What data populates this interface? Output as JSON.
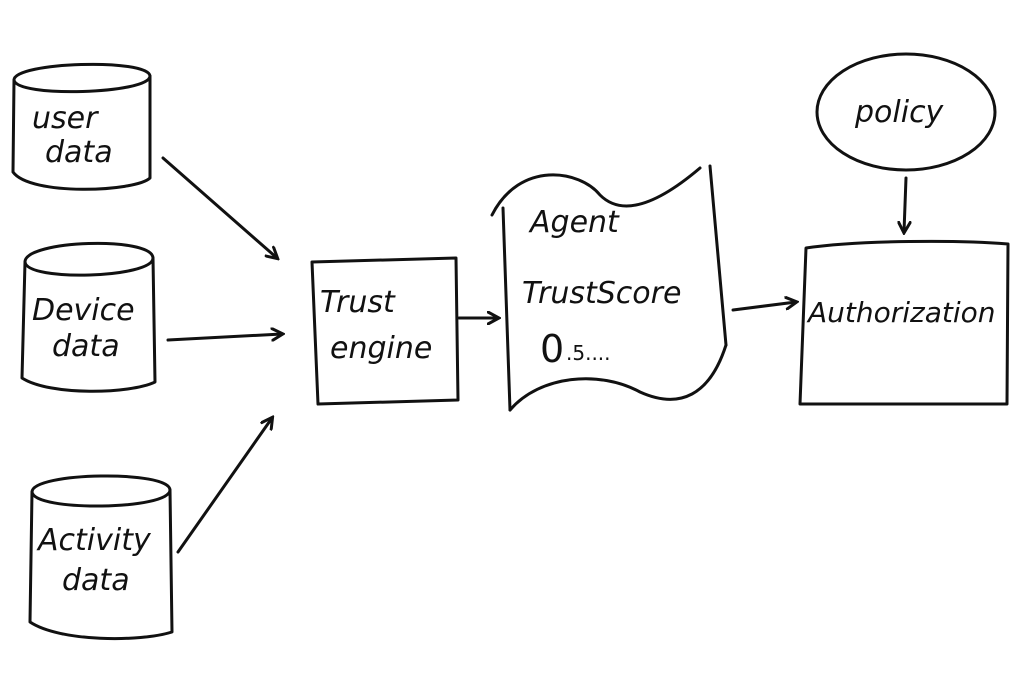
{
  "nodes": {
    "user_data": {
      "line1": "user",
      "line2": "data"
    },
    "device_data": {
      "line1": "Device",
      "line2": "data"
    },
    "activity_data": {
      "line1": "Activity",
      "line2": "data"
    },
    "trust_engine": {
      "line1": "Trust",
      "line2": "engine"
    },
    "agent_trust_score": {
      "line1": "Agent",
      "line2": "TrustScore",
      "value_main": "0",
      "value_rest": ".5...."
    },
    "policy": {
      "label": "policy"
    },
    "authorization": {
      "label": "Authorization"
    }
  }
}
